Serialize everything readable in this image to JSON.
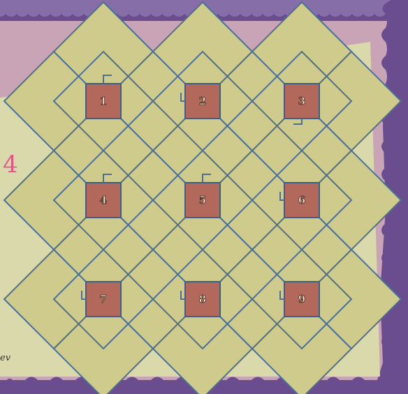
{
  "puzzle": {
    "cells": [
      {
        "label": "1",
        "tab": "top-right"
      },
      {
        "label": "2",
        "tab": "left-bottom"
      },
      {
        "label": "3",
        "tab": "bottom-left"
      },
      {
        "label": "4",
        "tab": "top-right"
      },
      {
        "label": "5",
        "tab": "top-right"
      },
      {
        "label": "6",
        "tab": "left-bottom"
      },
      {
        "label": "7",
        "tab": "left-bottom"
      },
      {
        "label": "8",
        "tab": "left-bottom"
      },
      {
        "label": "9",
        "tab": "left-bottom"
      }
    ],
    "side_glyph": "4",
    "corner_text": "ev"
  },
  "colors": {
    "frame": "#6a4d8e",
    "frame_edge": "#9d8bc0",
    "mat": "#c9a3b6",
    "board_bg": "#d9d9ac",
    "tile": "#cfcb8c",
    "line": "#4d7090",
    "cell": "#b2685a",
    "cell_border": "#3d5f86",
    "number_fill": "#f1e7d0",
    "number_outline": "#3a2a20",
    "side_glyph": "#e0558a"
  }
}
